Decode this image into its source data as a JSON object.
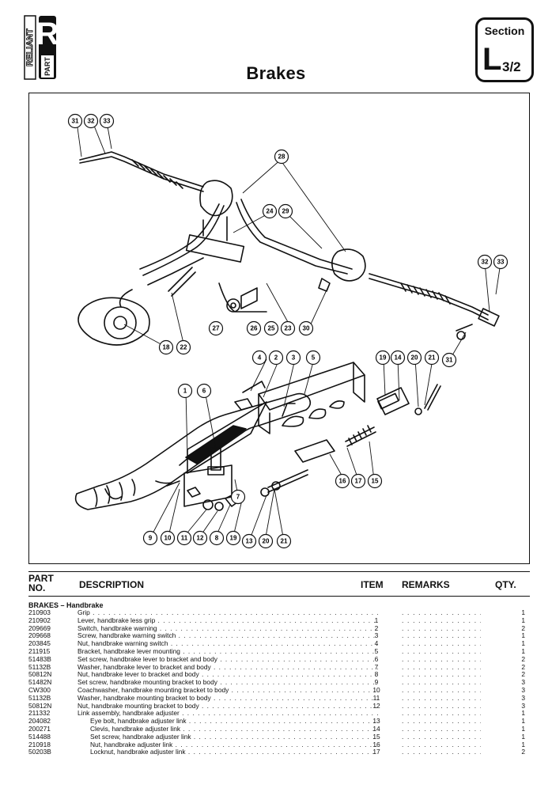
{
  "header": {
    "brand": "RELIANT",
    "logo_letter": "R",
    "logo_part": "PART",
    "title": "Brakes",
    "section_label": "Section",
    "section_letter": "L",
    "section_number": "3/2"
  },
  "diagram": {
    "callouts": [
      "31",
      "32",
      "33",
      "28",
      "24",
      "29",
      "32",
      "33",
      "18",
      "22",
      "27",
      "26",
      "25",
      "23",
      "30",
      "31",
      "4",
      "2",
      "3",
      "5",
      "19",
      "14",
      "20",
      "21",
      "1",
      "6",
      "7",
      "16",
      "17",
      "15",
      "9",
      "10",
      "11",
      "12",
      "8",
      "19",
      "13",
      "20",
      "21"
    ]
  },
  "table": {
    "headers": {
      "part": "PART NO.",
      "description": "DESCRIPTION",
      "item": "ITEM",
      "remarks": "REMARKS",
      "qty": "QTY."
    },
    "group": "BRAKES – Handbrake",
    "rows": [
      {
        "part": "210903",
        "desc": "Grip",
        "item": "",
        "qty": "1",
        "indent": false
      },
      {
        "part": "210902",
        "desc": "Lever, handbrake less grip",
        "item": "1",
        "qty": "1",
        "indent": false
      },
      {
        "part": "209669",
        "desc": "Switch, handbrake warning",
        "item": "2",
        "qty": "2",
        "indent": false
      },
      {
        "part": "209668",
        "desc": "Screw, handbrake warning switch",
        "item": "3",
        "qty": "1",
        "indent": false
      },
      {
        "part": "203845",
        "desc": "Nut, handbrake warning switch",
        "item": "4",
        "qty": "1",
        "indent": false
      },
      {
        "part": "211915",
        "desc": "Bracket, handbrake lever mounting",
        "item": "5",
        "qty": "1",
        "indent": false
      },
      {
        "part": "51483B",
        "desc": "Set screw, handbrake lever to bracket and body",
        "item": "6",
        "qty": "2",
        "indent": false
      },
      {
        "part": "51132B",
        "desc": "Washer, handbrake lever to bracket and body",
        "item": "7",
        "qty": "2",
        "indent": false
      },
      {
        "part": "50812N",
        "desc": "Nut, handbrake lever to bracket and body",
        "item": "8",
        "qty": "2",
        "indent": false
      },
      {
        "part": "51482N",
        "desc": "Set screw, handbrake mounting bracket to body",
        "item": "9",
        "qty": "3",
        "indent": false
      },
      {
        "part": "CW300",
        "desc": "Coachwasher, handbrake mounting bracket to body",
        "item": "10",
        "qty": "3",
        "indent": false
      },
      {
        "part": "51132B",
        "desc": "Washer, handbrake mounting bracket to body",
        "item": "11",
        "qty": "3",
        "indent": false
      },
      {
        "part": "50812N",
        "desc": "Nut, handbrake mounting bracket to body",
        "item": "12",
        "qty": "3",
        "indent": false
      },
      {
        "part": "211332",
        "desc": "Link assembly, handbrake adjuster",
        "item": "",
        "qty": "1",
        "indent": false
      },
      {
        "part": "204082",
        "desc": "Eye bolt, handbrake adjuster link",
        "item": "13",
        "qty": "1",
        "indent": true
      },
      {
        "part": "200271",
        "desc": "Clevis, handbrake adjuster link",
        "item": "14",
        "qty": "1",
        "indent": true
      },
      {
        "part": "514488",
        "desc": "Set screw, handbrake adjuster link",
        "item": "15",
        "qty": "1",
        "indent": true
      },
      {
        "part": "210918",
        "desc": "Nut, handbrake adjuster link",
        "item": "16",
        "qty": "1",
        "indent": true
      },
      {
        "part": "50203B",
        "desc": "Locknut, handbrake adjuster link",
        "item": "17",
        "qty": "2",
        "indent": true
      }
    ]
  }
}
